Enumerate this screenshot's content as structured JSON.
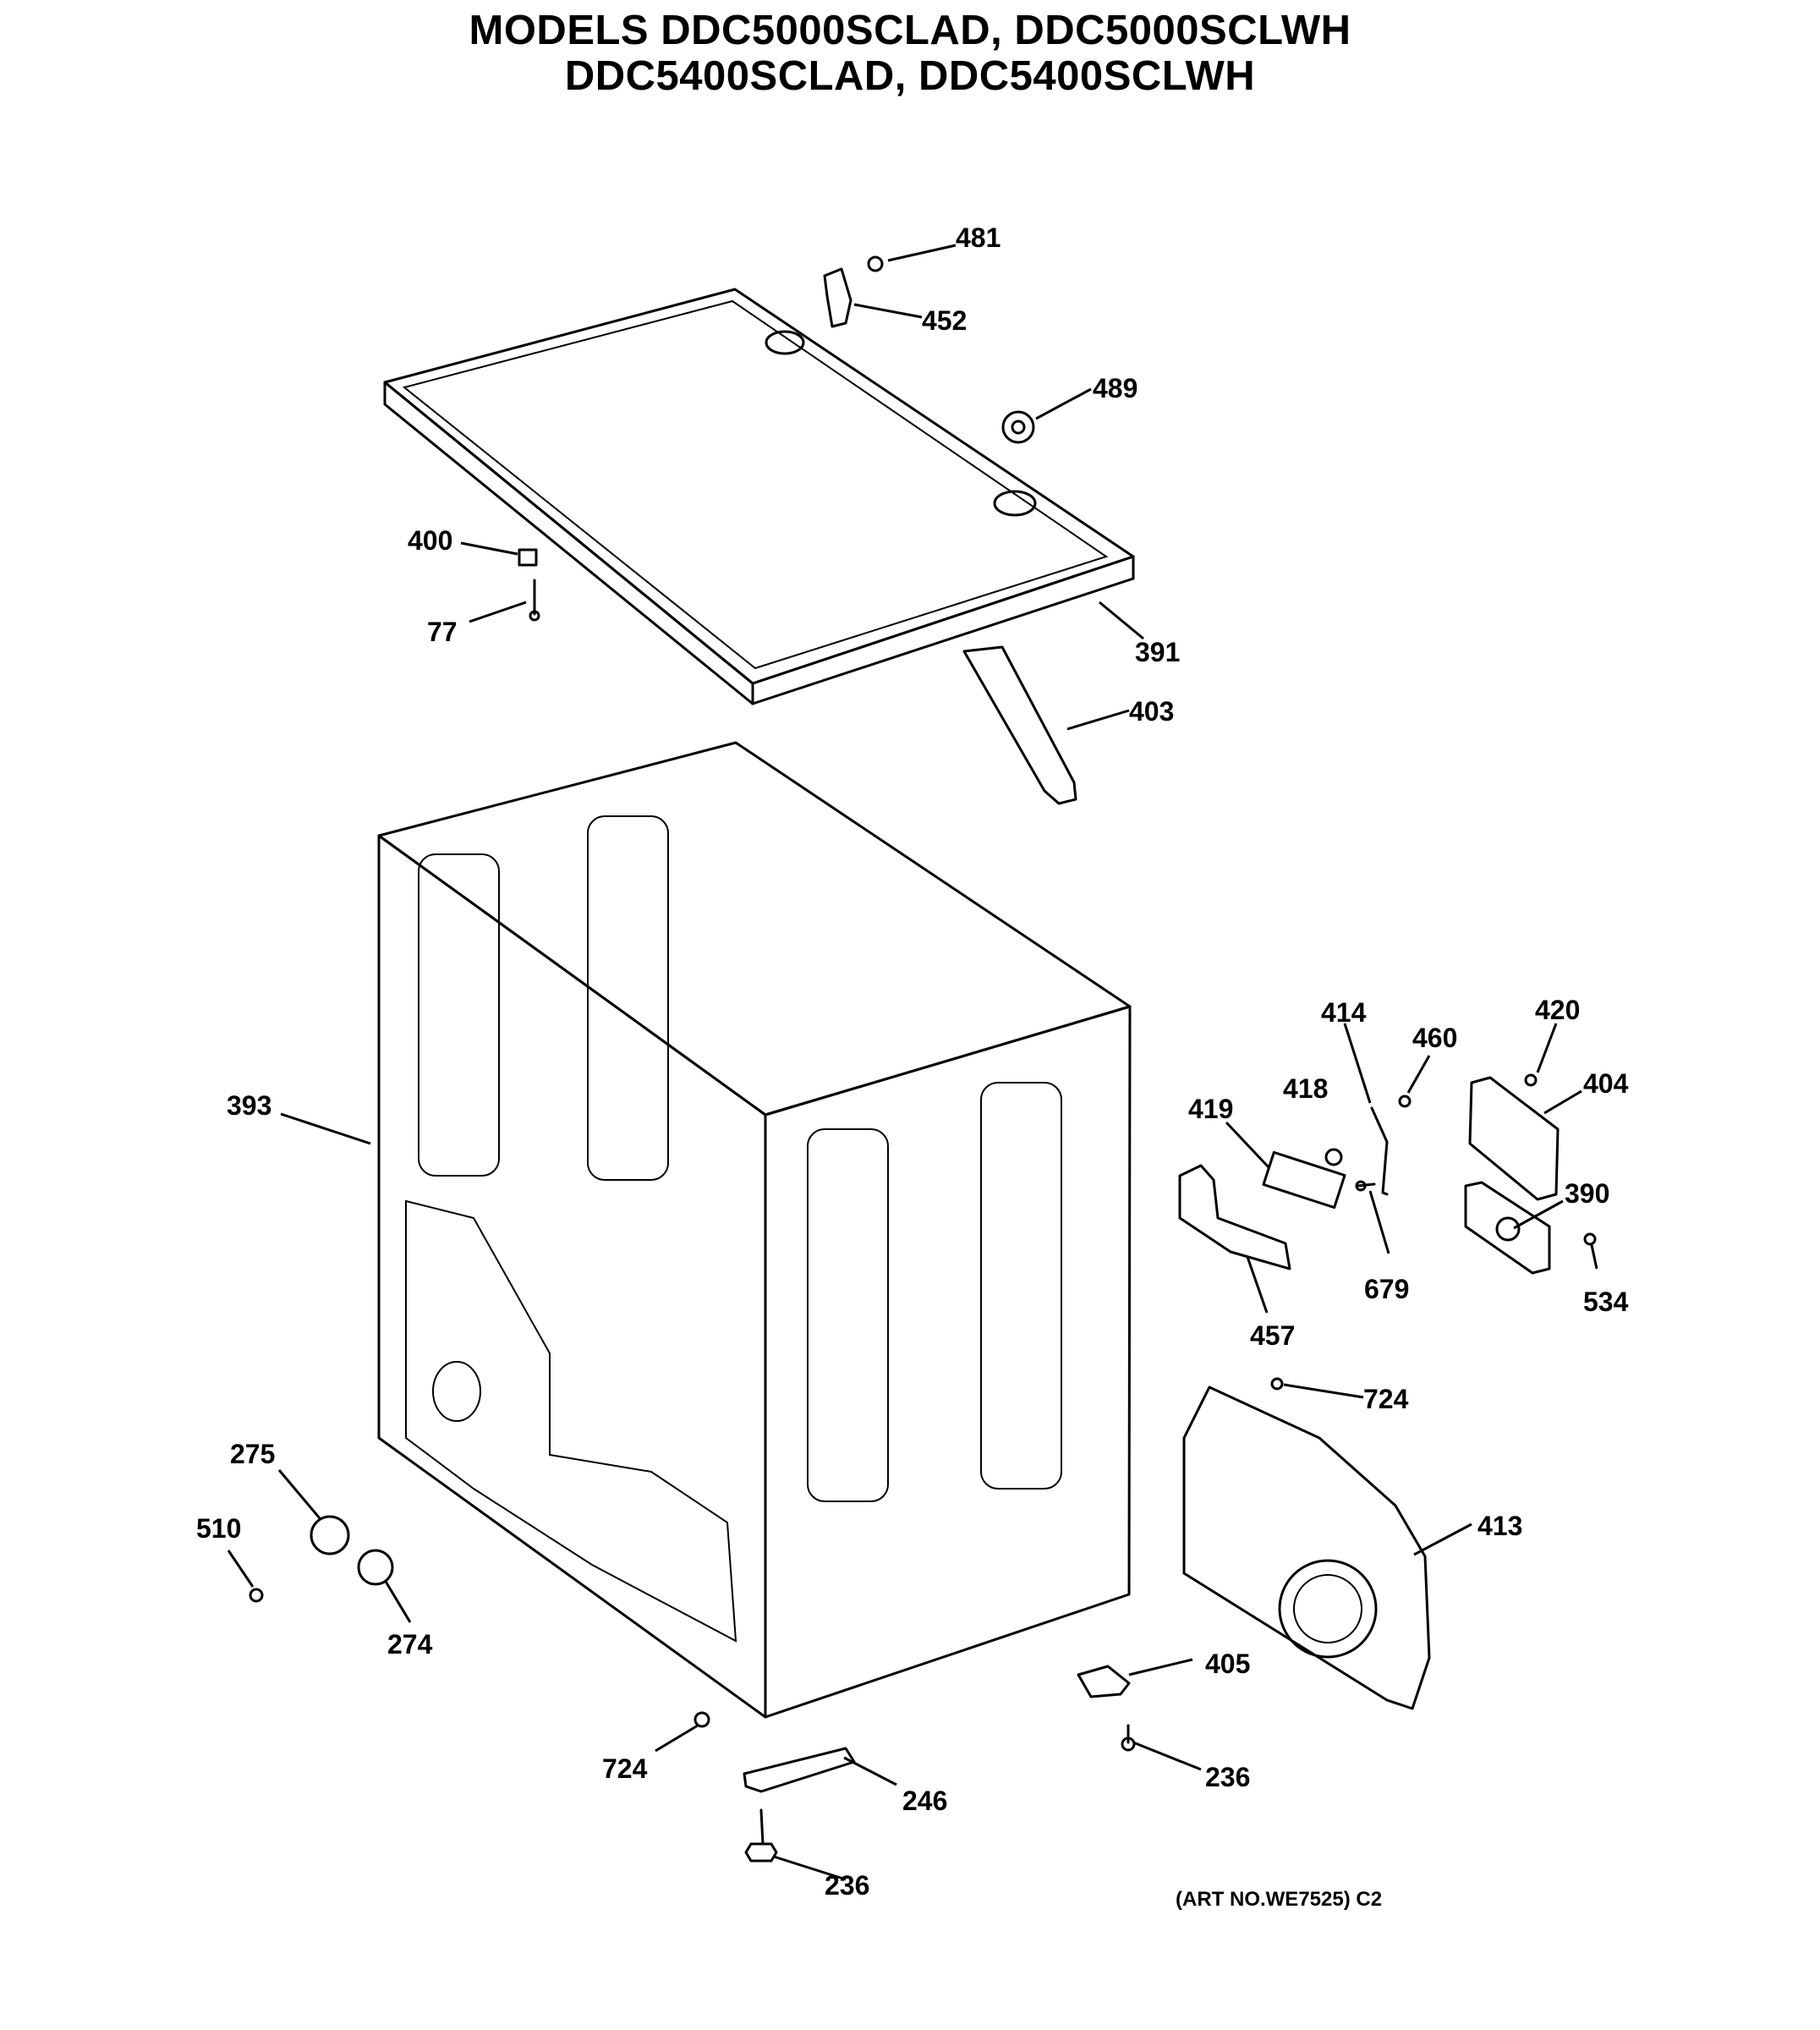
{
  "header": {
    "title_line1": "MODELS DDC5000SCLAD, DDC5000SCLWH",
    "title_line2": "DDC5400SCLAD, DDC5400SCLWH"
  },
  "footer": {
    "art_number": "(ART NO.WE7525) C2"
  },
  "callouts": [
    {
      "id": "481",
      "label": "481"
    },
    {
      "id": "452",
      "label": "452"
    },
    {
      "id": "489",
      "label": "489"
    },
    {
      "id": "400",
      "label": "400"
    },
    {
      "id": "77",
      "label": "77"
    },
    {
      "id": "391",
      "label": "391"
    },
    {
      "id": "403",
      "label": "403"
    },
    {
      "id": "393",
      "label": "393"
    },
    {
      "id": "414",
      "label": "414"
    },
    {
      "id": "460",
      "label": "460"
    },
    {
      "id": "420",
      "label": "420"
    },
    {
      "id": "404",
      "label": "404"
    },
    {
      "id": "418",
      "label": "418"
    },
    {
      "id": "419",
      "label": "419"
    },
    {
      "id": "390",
      "label": "390"
    },
    {
      "id": "679",
      "label": "679"
    },
    {
      "id": "534",
      "label": "534"
    },
    {
      "id": "457",
      "label": "457"
    },
    {
      "id": "724a",
      "label": "724"
    },
    {
      "id": "413",
      "label": "413"
    },
    {
      "id": "275",
      "label": "275"
    },
    {
      "id": "510",
      "label": "510"
    },
    {
      "id": "274",
      "label": "274"
    },
    {
      "id": "405",
      "label": "405"
    },
    {
      "id": "236a",
      "label": "236"
    },
    {
      "id": "724b",
      "label": "724"
    },
    {
      "id": "246",
      "label": "246"
    },
    {
      "id": "236b",
      "label": "236"
    }
  ]
}
